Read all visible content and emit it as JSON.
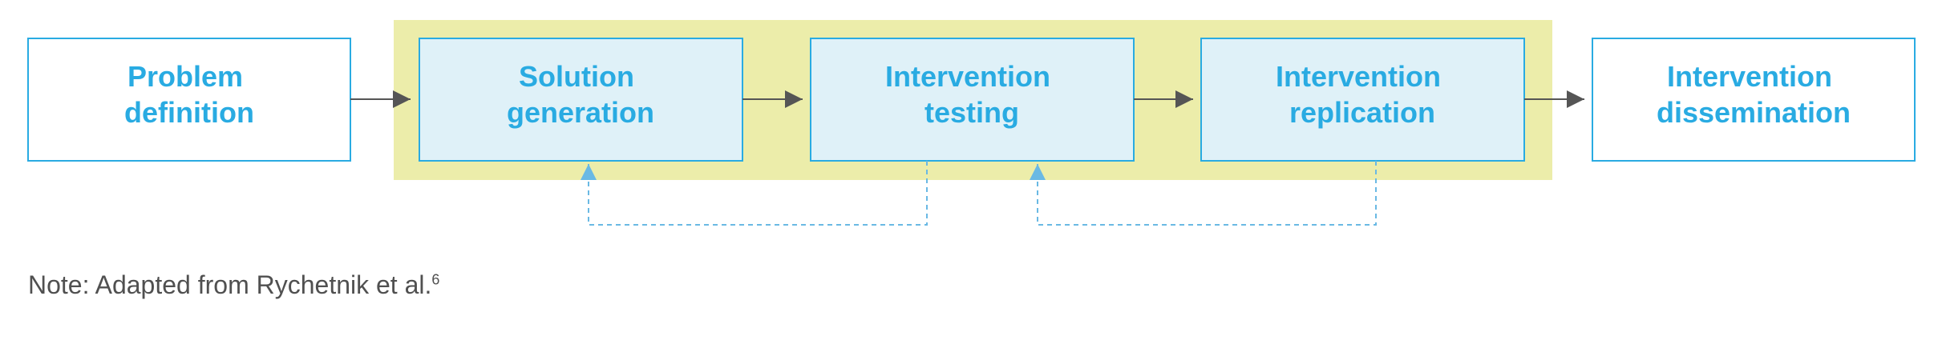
{
  "diagram": {
    "boxes": [
      {
        "id": "problem-definition",
        "lines": [
          "Problem",
          "definition"
        ]
      },
      {
        "id": "solution-generation",
        "lines": [
          "Solution",
          "generation"
        ]
      },
      {
        "id": "intervention-testing",
        "lines": [
          "Intervention",
          "testing"
        ]
      },
      {
        "id": "intervention-replication",
        "lines": [
          "Intervention",
          "replication"
        ]
      },
      {
        "id": "intervention-dissemination",
        "lines": [
          "Intervention",
          "dissemination"
        ]
      }
    ],
    "flow_edges": [
      {
        "from": "problem-definition",
        "to": "solution-generation"
      },
      {
        "from": "solution-generation",
        "to": "intervention-testing"
      },
      {
        "from": "intervention-testing",
        "to": "intervention-replication"
      },
      {
        "from": "intervention-replication",
        "to": "intervention-dissemination"
      }
    ],
    "feedback_edges": [
      {
        "from": "intervention-testing",
        "to": "solution-generation",
        "style": "dashed"
      },
      {
        "from": "intervention-replication",
        "to": "intervention-testing",
        "style": "dashed"
      }
    ],
    "highlight_group": [
      "solution-generation",
      "intervention-testing",
      "intervention-replication"
    ]
  },
  "colors": {
    "label": "#29abe2",
    "box_border": "#29abe2",
    "inner_box_fill": "#dff1f8",
    "highlight_fill": "#ecedaa",
    "arrow": "#555555",
    "feedback": "#6ab9e4",
    "note_text": "#505050"
  },
  "note": {
    "text": "Note: Adapted from Rychetnik et al.",
    "superscript": "6"
  }
}
